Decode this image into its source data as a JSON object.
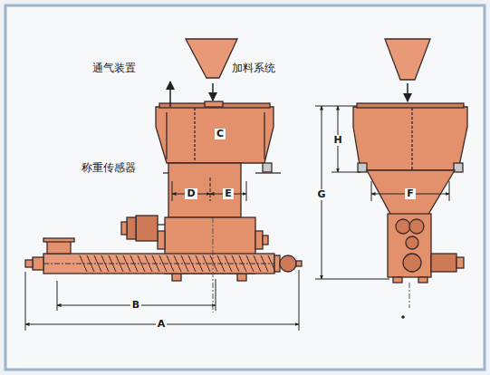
{
  "diagram": {
    "labels": [
      "通气装置",
      "加料系统",
      "C",
      "称重传感器",
      "D",
      "E",
      "B",
      "A",
      "H",
      "G",
      "F"
    ]
  }
}
